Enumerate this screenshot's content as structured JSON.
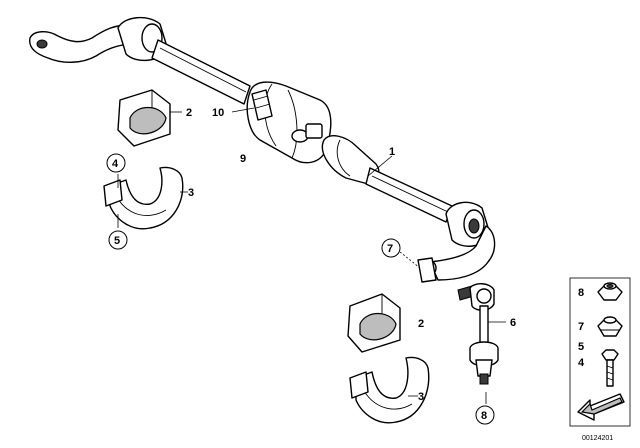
{
  "callouts": {
    "c1": "1",
    "c2a": "2",
    "c2b": "2",
    "c3a": "3",
    "c3b": "3",
    "c4": "4",
    "c5": "5",
    "c6": "6",
    "c7": "7",
    "c8": "8",
    "c9": "9",
    "c10": "10"
  },
  "legend": {
    "l8": "8",
    "l7": "7",
    "l5": "5",
    "l4": "4"
  },
  "doc_number": "00124201",
  "colors": {
    "line": "#000000",
    "shade": "#bdbdbd",
    "background": "#ffffff"
  }
}
